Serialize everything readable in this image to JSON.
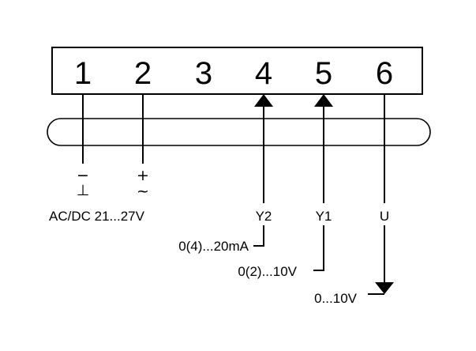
{
  "terminals": {
    "labels": [
      "1",
      "2",
      "3",
      "4",
      "5",
      "6"
    ]
  },
  "supply": {
    "minus_symbol": "−",
    "ground_symbol": "⊥",
    "plus_symbol": "+",
    "ac_symbol": "~",
    "voltage_label": "AC/DC 21...27V"
  },
  "signals": {
    "y2_label": "Y2",
    "y1_label": "Y1",
    "u_label": "U",
    "y2_range": "0(4)...20mA",
    "y1_range": "0(2)...10V",
    "u_range": "0...10V"
  }
}
